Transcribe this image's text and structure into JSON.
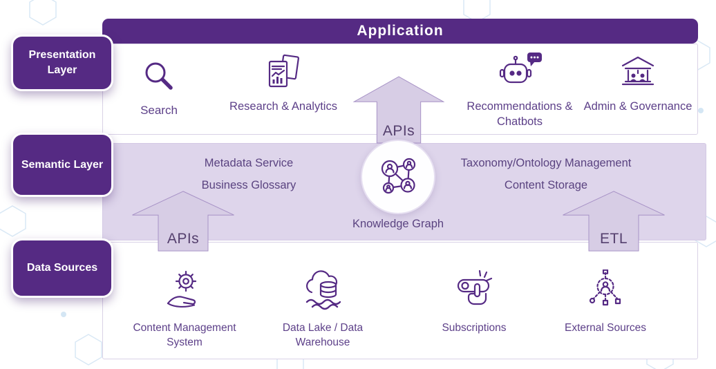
{
  "title": "Application",
  "layers": [
    {
      "label": "Presentation Layer"
    },
    {
      "label": "Semantic Layer"
    },
    {
      "label": "Data Sources"
    }
  ],
  "presentation": {
    "items": [
      {
        "label": "Search"
      },
      {
        "label": "Research & Analytics"
      },
      {
        "label": "Recommendations & Chatbots"
      },
      {
        "label": "Admin & Governance"
      }
    ]
  },
  "semantic": {
    "metadata_service": "Metadata Service",
    "business_glossary": "Business Glossary",
    "taxonomy": "Taxonomy/Ontology Management",
    "content_storage": "Content Storage",
    "knowledge_graph": "Knowledge Graph"
  },
  "data_sources": {
    "items": [
      {
        "label": "Content Management System"
      },
      {
        "label": "Data Lake / Data Warehouse"
      },
      {
        "label": "Subscriptions"
      },
      {
        "label": "External Sources"
      }
    ]
  },
  "arrows": {
    "center": "APIs",
    "left": "APIs",
    "right": "ETL"
  },
  "colors": {
    "primary_purple": "#552a83",
    "semantic_band": "#ded5eb",
    "arrow_fill": "#d7cde5",
    "text_purple": "#5d4089",
    "hex_blue": "#d9e8f5"
  }
}
